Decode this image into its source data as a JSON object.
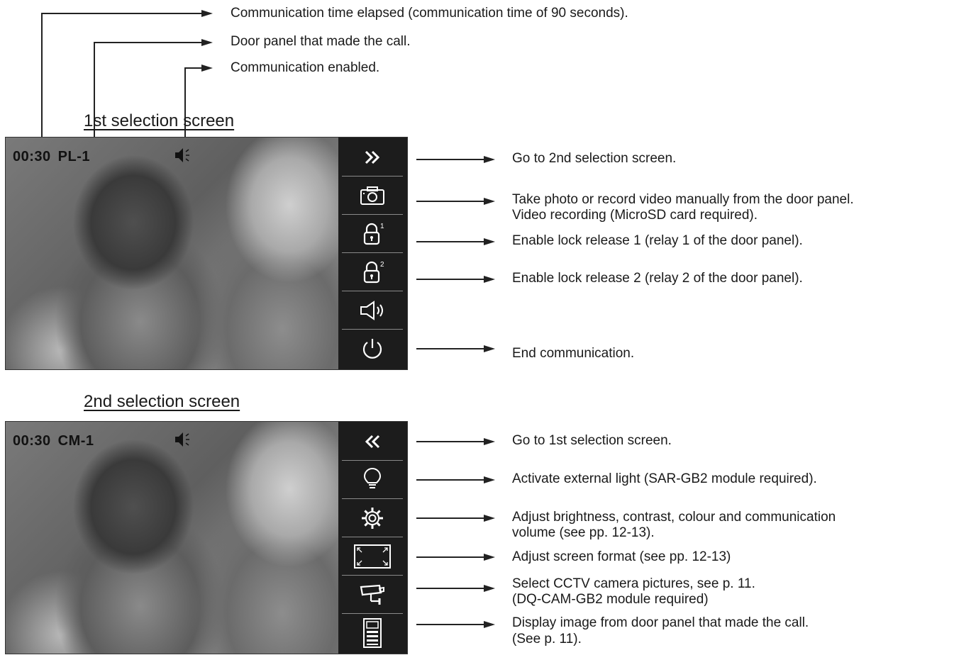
{
  "top_callouts": [
    "Communication time elapsed (communication time of 90 seconds).",
    "Door panel that made the call.",
    "Communication enabled."
  ],
  "screen1": {
    "heading": "1st selection screen",
    "time": "00:30",
    "source": "PL-1",
    "buttons": [
      {
        "icon": "forward-double-chevron-icon",
        "description": "Go to 2nd selection screen."
      },
      {
        "icon": "camera-icon",
        "description": "Take photo or record video manually from the door panel.",
        "description2": "Video recording (MicroSD card required)."
      },
      {
        "icon": "lock-1-icon",
        "badge": "1",
        "description": "Enable lock release 1 (relay 1 of the door panel)."
      },
      {
        "icon": "lock-2-icon",
        "badge": "2",
        "description": "Enable lock release 2 (relay 2 of the door panel)."
      },
      {
        "icon": "speaker-icon"
      },
      {
        "icon": "power-icon",
        "description": "End communication."
      }
    ]
  },
  "screen2": {
    "heading": "2nd selection screen",
    "time": "00:30",
    "source": "CM-1",
    "buttons": [
      {
        "icon": "back-double-chevron-icon",
        "description": "Go to 1st selection screen."
      },
      {
        "icon": "light-bulb-icon",
        "description": "Activate external light (SAR-GB2 module required)."
      },
      {
        "icon": "settings-gear-icon",
        "description": "Adjust brightness, contrast, colour and communication",
        "description2": "volume (see pp. 12-13)."
      },
      {
        "icon": "screen-format-icon",
        "description": "Adjust screen format (see pp. 12-13)"
      },
      {
        "icon": "cctv-camera-icon",
        "description": "Select CCTV camera pictures, see p. 11.",
        "description2": "(DQ-CAM-GB2 module required)"
      },
      {
        "icon": "door-panel-icon",
        "description": "Display image from door panel that made the call.",
        "description2": "(See p. 11)."
      }
    ]
  }
}
